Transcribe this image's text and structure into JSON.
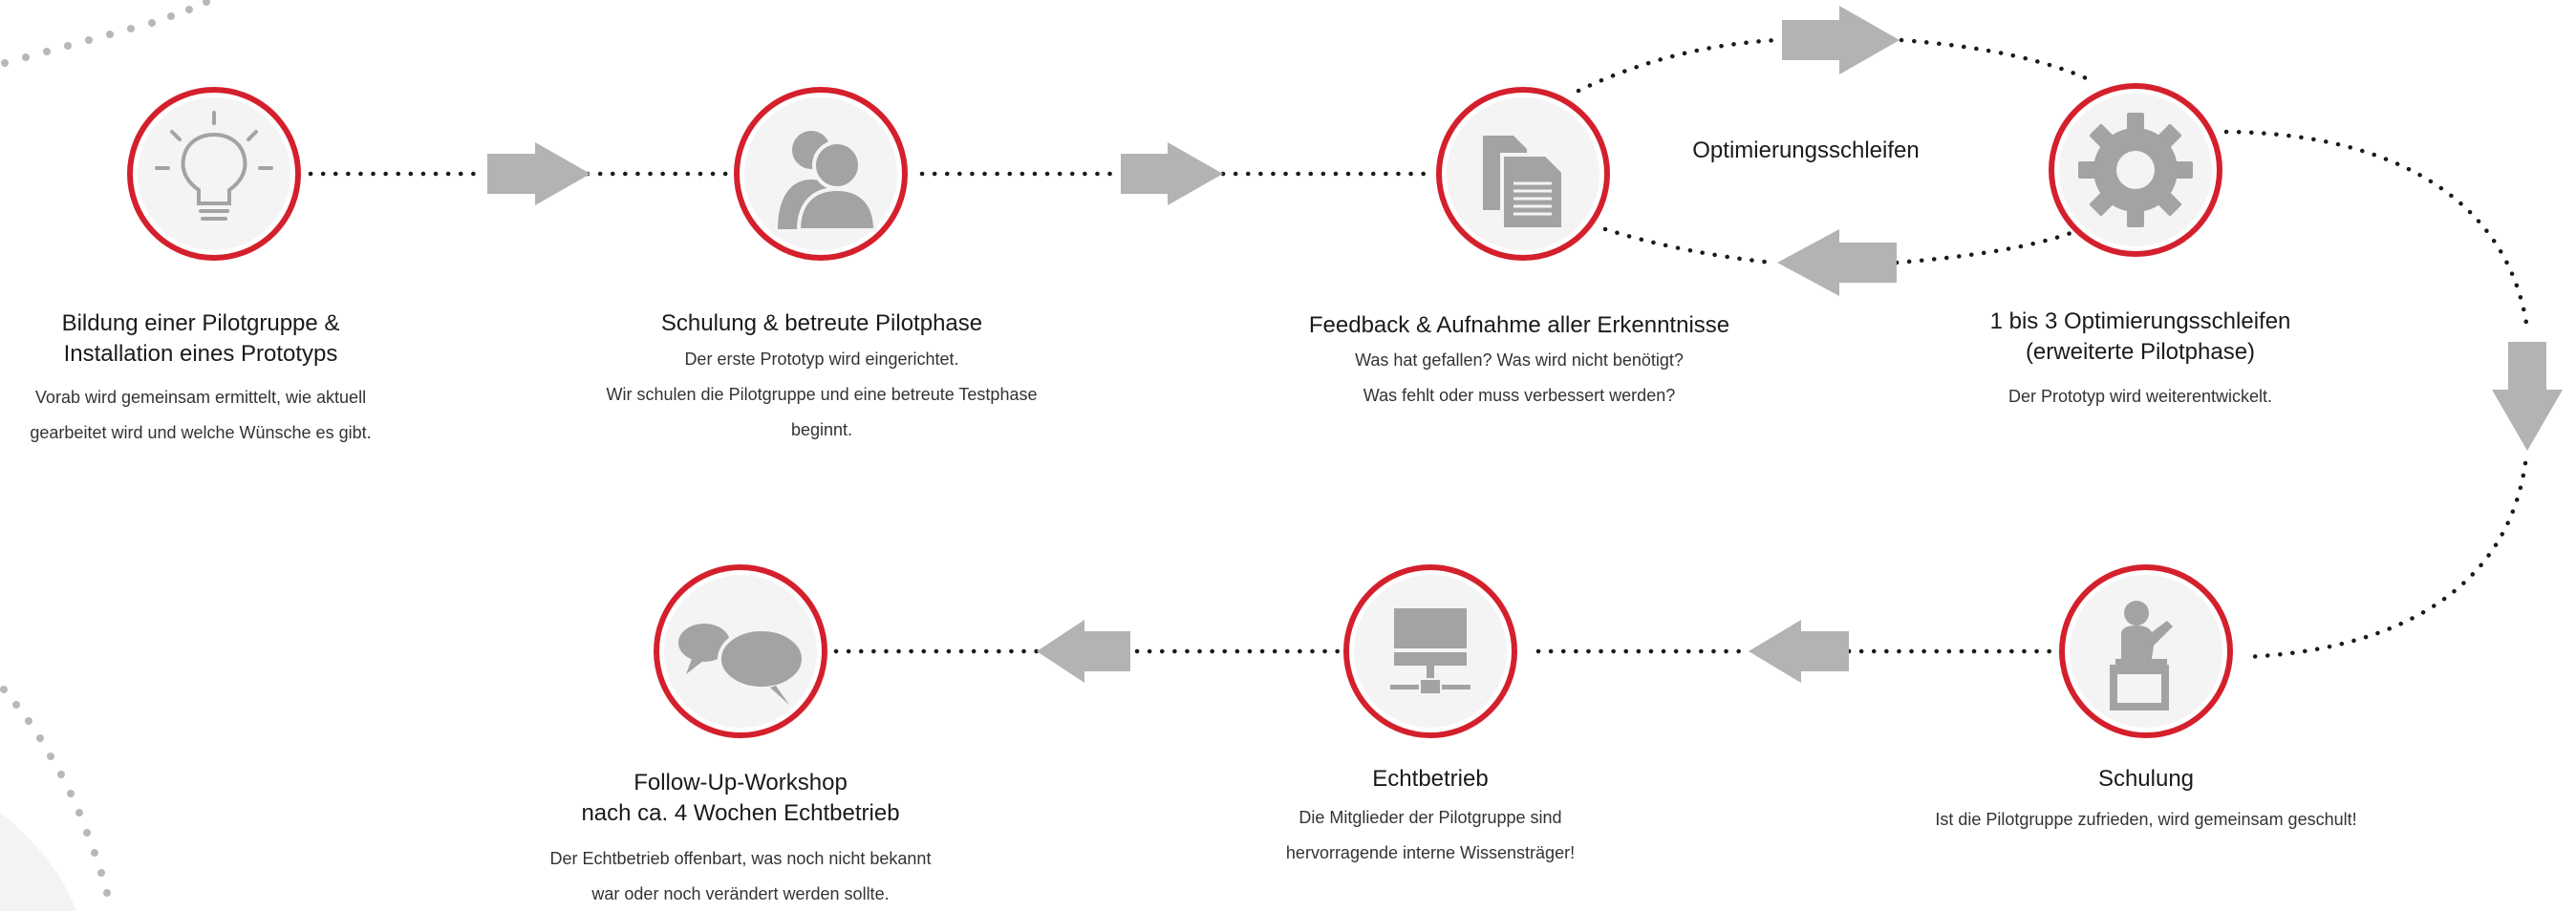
{
  "colors": {
    "ring": "#d4202c",
    "icon": "#a3a3a3",
    "arrow": "#b3b3b3",
    "dots": "#1a1a1a",
    "circle_fill": "#f4f4f4"
  },
  "loop_label": "Optimierungsschleifen",
  "steps": [
    {
      "icon": "lightbulb-icon",
      "title": [
        "Bildung einer Pilotgruppe &",
        "Installation eines Prototyps"
      ],
      "desc": [
        "Vorab wird gemeinsam ermittelt, wie aktuell",
        "gearbeitet wird und welche Wünsche es gibt."
      ]
    },
    {
      "icon": "people-icon",
      "title": [
        "Schulung & betreute Pilotphase"
      ],
      "desc": [
        "Der erste Prototyp wird eingerichtet.",
        "Wir schulen die Pilotgruppe und eine betreute Testphase",
        "beginnt."
      ]
    },
    {
      "icon": "documents-icon",
      "title": [
        "Feedback & Aufnahme aller Erkenntnisse"
      ],
      "desc": [
        "Was hat gefallen? Was wird nicht benötigt?",
        "Was fehlt oder muss verbessert werden?"
      ]
    },
    {
      "icon": "gear-icon",
      "title": [
        "1 bis 3 Optimierungsschleifen",
        "(erweiterte Pilotphase)"
      ],
      "desc": [
        "Der Prototyp wird weiterentwickelt."
      ]
    },
    {
      "icon": "presenter-icon",
      "title": [
        "Schulung"
      ],
      "desc": [
        "Ist die Pilotgruppe zufrieden, wird gemeinsam geschult!"
      ]
    },
    {
      "icon": "server-network-icon",
      "title": [
        "Echtbetrieb"
      ],
      "desc": [
        "Die Mitglieder der Pilotgruppe sind",
        "hervorragende interne Wissensträger!"
      ]
    },
    {
      "icon": "speech-bubbles-icon",
      "title": [
        "Follow-Up-Workshop",
        "nach ca. 4 Wochen Echtbetrieb"
      ],
      "desc": [
        "Der Echtbetrieb offenbart, was noch nicht bekannt",
        "war oder noch verändert werden sollte."
      ]
    }
  ]
}
